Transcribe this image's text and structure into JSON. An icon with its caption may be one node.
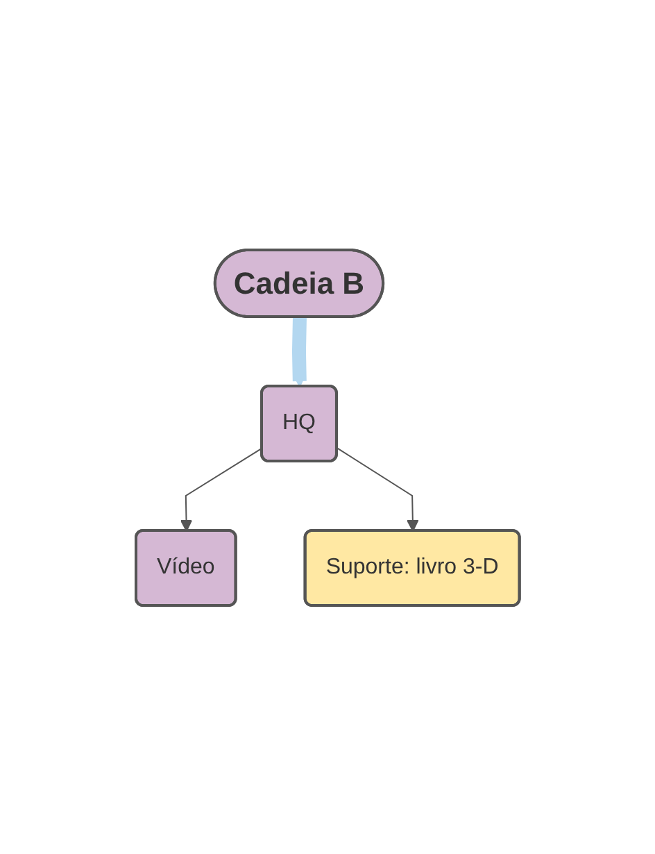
{
  "diagram": {
    "nodes": [
      {
        "text": [
          "Cadeia B"
        ]
      },
      {
        "text": [
          "HQ"
        ]
      },
      {
        "text": [
          "Vídeo"
        ]
      },
      {
        "text": [
          "Suporte: livro 3-D"
        ]
      }
    ],
    "edges": [
      {
        "from": 0,
        "to": 1,
        "arrow": "to",
        "style": "thick",
        "color": "#b3d7f0"
      },
      {
        "from": 1,
        "to": 2,
        "arrow": "to"
      },
      {
        "from": 1,
        "to": 3,
        "arrow": "to"
      }
    ]
  }
}
